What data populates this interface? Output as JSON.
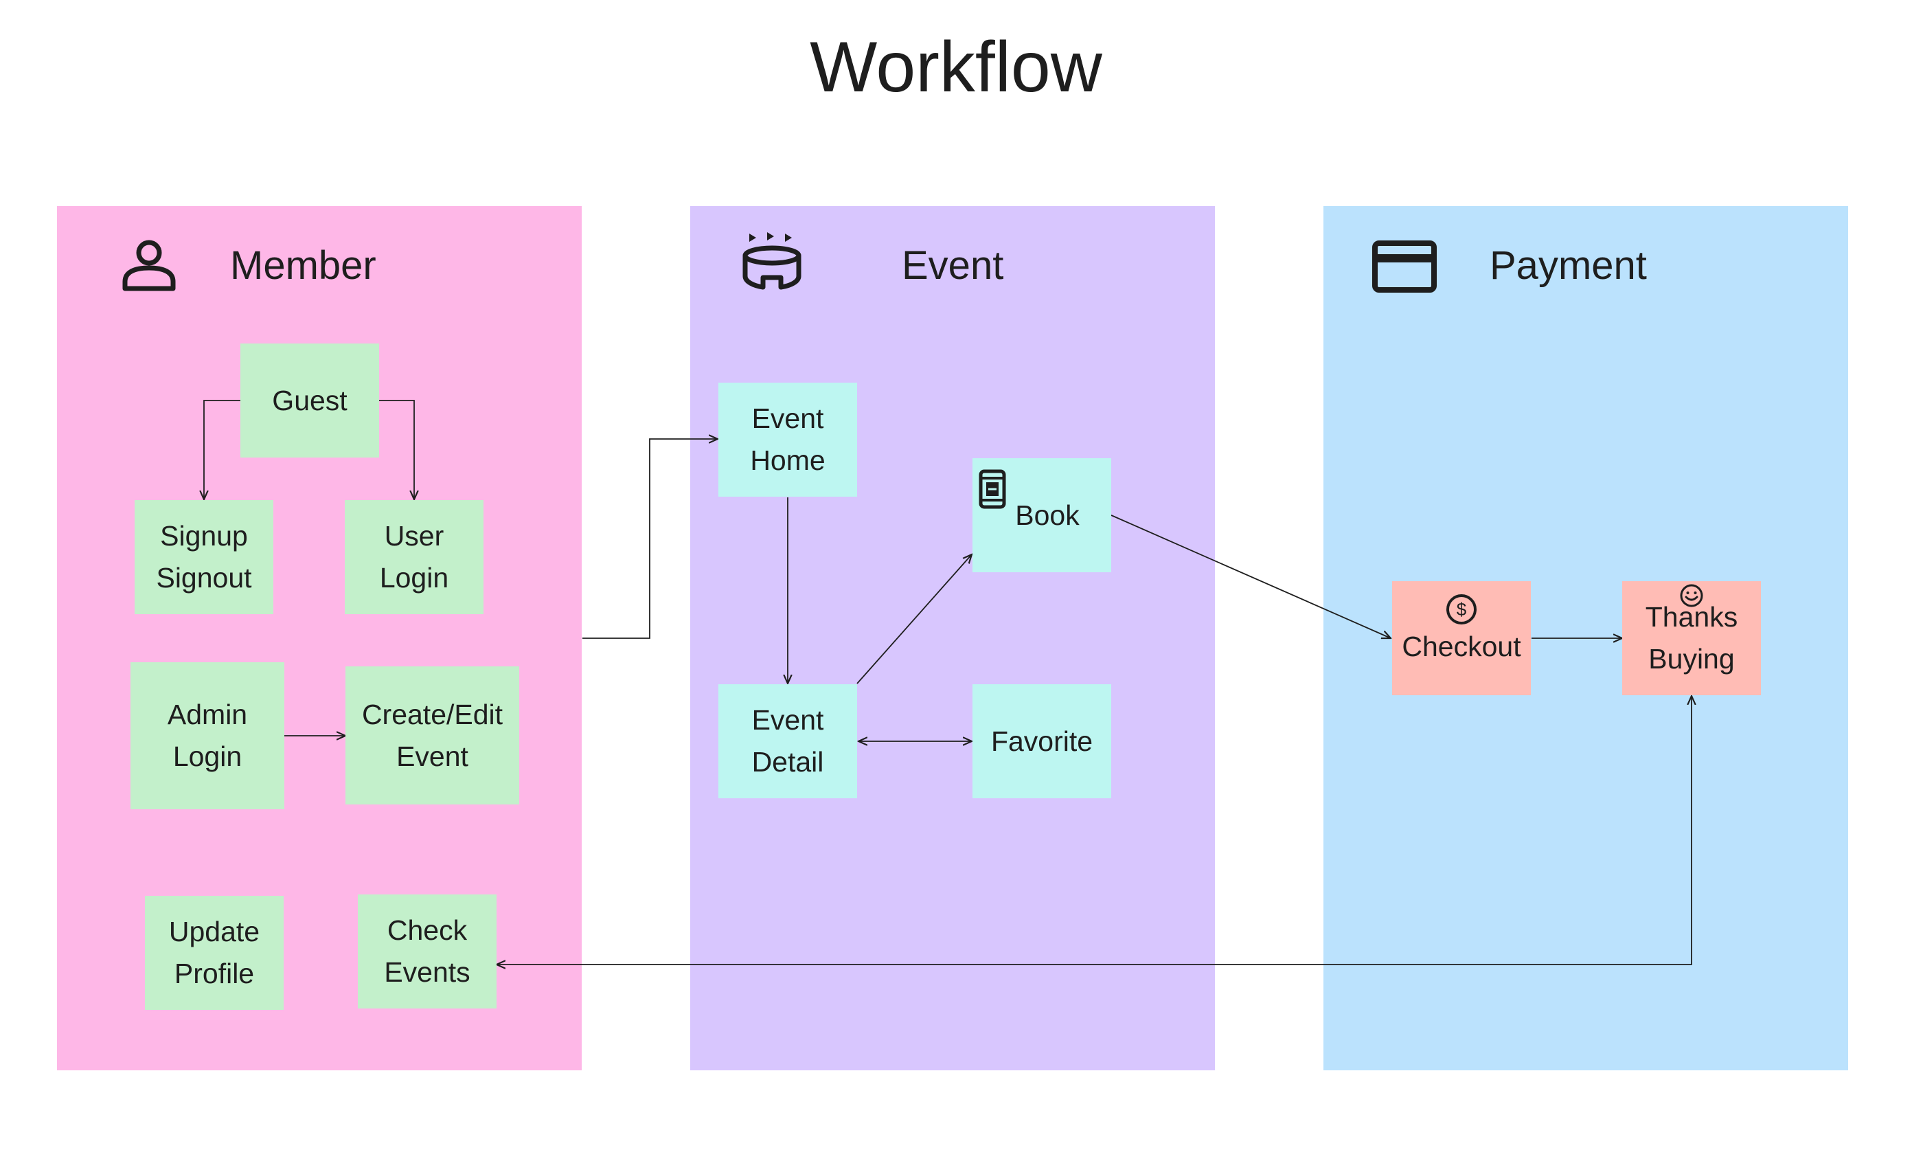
{
  "title": "Workflow",
  "colors": {
    "member_lane": "#feb7e7",
    "event_lane": "#d8c6fe",
    "payment_lane": "#bbe2fd",
    "member_node": "#c3f0cb",
    "event_node": "#bdf6f1",
    "payment_node": "#ffbcb5"
  },
  "lanes": {
    "member": {
      "title": "Member",
      "icon": "person-icon"
    },
    "event": {
      "title": "Event",
      "icon": "stadium-icon"
    },
    "payment": {
      "title": "Payment",
      "icon": "credit-card-icon"
    }
  },
  "nodes": {
    "guest": "Guest",
    "signup": "Signup\nSignout",
    "user_login": "User\nLogin",
    "admin_login": "Admin\nLogin",
    "create_edit": "Create/Edit\nEvent",
    "update_profile": "Update\nProfile",
    "check_events": "Check\nEvents",
    "event_home": "Event\nHome",
    "book": "Book",
    "event_detail": "Event\nDetail",
    "favorite": "Favorite",
    "checkout": "Checkout",
    "thanks": "Thanks\nBuying"
  },
  "node_icons": {
    "book": "phone-ticket-icon",
    "checkout": "dollar-coin-icon",
    "thanks": "smiley-icon"
  }
}
